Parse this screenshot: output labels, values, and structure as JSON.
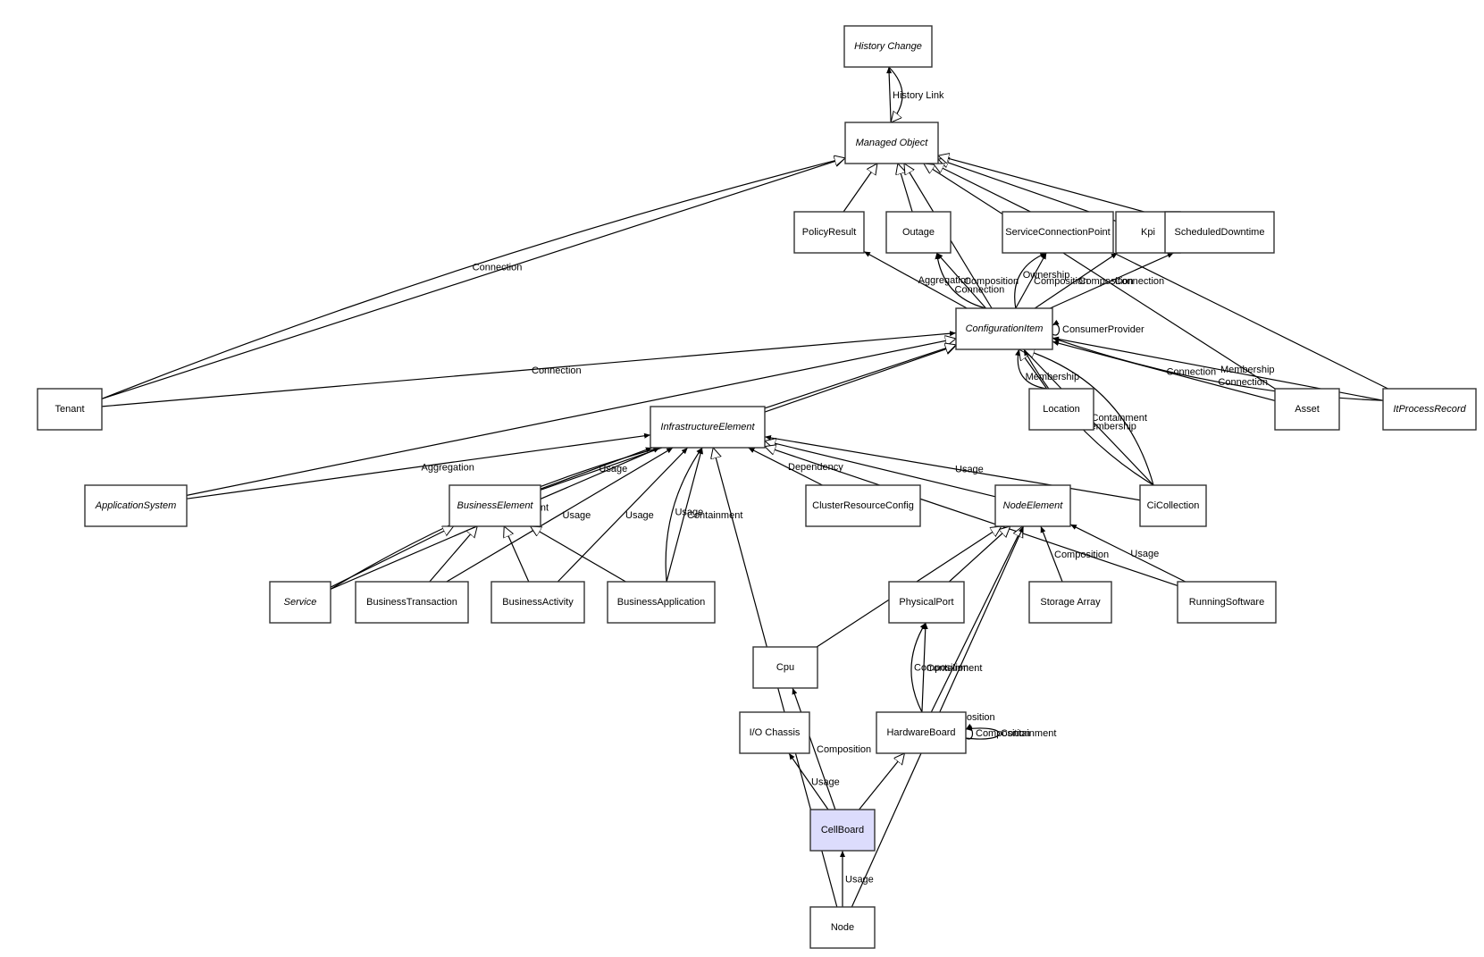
{
  "diagram": {
    "title": "CellBoard class relationships",
    "highlight_node": "CellBoard",
    "highlight_color": "#dcdcfc",
    "nodes": [
      {
        "id": "HistoryChange",
        "label": "History Change",
        "abstract": true
      },
      {
        "id": "ManagedObject",
        "label": "Managed Object",
        "abstract": true
      },
      {
        "id": "PolicyResult",
        "label": "PolicyResult",
        "abstract": false
      },
      {
        "id": "Outage",
        "label": "Outage",
        "abstract": false
      },
      {
        "id": "ServiceConnectionPoint",
        "label": "ServiceConnectionPoint",
        "abstract": false
      },
      {
        "id": "Kpi",
        "label": "Kpi",
        "abstract": false
      },
      {
        "id": "ScheduledDowntime",
        "label": "ScheduledDowntime",
        "abstract": false
      },
      {
        "id": "ConfigurationItem",
        "label": "ConfigurationItem",
        "abstract": true
      },
      {
        "id": "Tenant",
        "label": "Tenant",
        "abstract": false
      },
      {
        "id": "InfrastructureElement",
        "label": "InfrastructureElement",
        "abstract": true
      },
      {
        "id": "Location",
        "label": "Location",
        "abstract": false
      },
      {
        "id": "Asset",
        "label": "Asset",
        "abstract": false
      },
      {
        "id": "ItProcessRecord",
        "label": "ItProcessRecord",
        "abstract": true
      },
      {
        "id": "ApplicationSystem",
        "label": "ApplicationSystem",
        "abstract": true
      },
      {
        "id": "BusinessElement",
        "label": "BusinessElement",
        "abstract": true
      },
      {
        "id": "ClusterResourceConfig",
        "label": "ClusterResourceConfig",
        "abstract": false
      },
      {
        "id": "NodeElement",
        "label": "NodeElement",
        "abstract": true
      },
      {
        "id": "CiCollection",
        "label": "CiCollection",
        "abstract": false
      },
      {
        "id": "Service",
        "label": "Service",
        "abstract": true
      },
      {
        "id": "BusinessTransaction",
        "label": "BusinessTransaction",
        "abstract": false
      },
      {
        "id": "BusinessActivity",
        "label": "BusinessActivity",
        "abstract": false
      },
      {
        "id": "BusinessApplication",
        "label": "BusinessApplication",
        "abstract": false
      },
      {
        "id": "PhysicalPort",
        "label": "PhysicalPort",
        "abstract": false
      },
      {
        "id": "StorageArray",
        "label": "Storage Array",
        "abstract": false
      },
      {
        "id": "RunningSoftware",
        "label": "RunningSoftware",
        "abstract": false
      },
      {
        "id": "Cpu",
        "label": "Cpu",
        "abstract": false
      },
      {
        "id": "IOChassis",
        "label": "I/O Chassis",
        "abstract": false
      },
      {
        "id": "HardwareBoard",
        "label": "HardwareBoard",
        "abstract": false
      },
      {
        "id": "CellBoard",
        "label": "CellBoard",
        "abstract": false
      },
      {
        "id": "Node",
        "label": "Node",
        "abstract": false
      }
    ],
    "edges": [
      {
        "from": "ManagedObject",
        "to": "HistoryChange",
        "type": "association",
        "label": "History Link"
      },
      {
        "from": "HistoryChange",
        "to": "ManagedObject",
        "type": "inheritance",
        "label": ""
      },
      {
        "from": "PolicyResult",
        "to": "ManagedObject",
        "type": "inheritance",
        "label": ""
      },
      {
        "from": "Outage",
        "to": "ManagedObject",
        "type": "inheritance",
        "label": ""
      },
      {
        "from": "Kpi",
        "to": "ManagedObject",
        "type": "inheritance",
        "label": ""
      },
      {
        "from": "ScheduledDowntime",
        "to": "ManagedObject",
        "type": "inheritance",
        "label": ""
      },
      {
        "from": "ConfigurationItem",
        "to": "ManagedObject",
        "type": "inheritance",
        "label": ""
      },
      {
        "from": "Tenant",
        "to": "ManagedObject",
        "type": "inheritance",
        "label": ""
      },
      {
        "from": "Tenant",
        "to": "ManagedObject",
        "type": "inheritance",
        "label": "Connection"
      },
      {
        "from": "Asset",
        "to": "ManagedObject",
        "type": "inheritance",
        "label": ""
      },
      {
        "from": "ItProcessRecord",
        "to": "ManagedObject",
        "type": "inheritance",
        "label": ""
      },
      {
        "from": "ConfigurationItem",
        "to": "PolicyResult",
        "type": "association",
        "label": "Aggregation"
      },
      {
        "from": "ConfigurationItem",
        "to": "Outage",
        "type": "association",
        "label": "Composition"
      },
      {
        "from": "ConfigurationItem",
        "to": "Outage",
        "type": "association",
        "label": "Connection"
      },
      {
        "from": "ConfigurationItem",
        "to": "ServiceConnectionPoint",
        "type": "association",
        "label": "Composition"
      },
      {
        "from": "ConfigurationItem",
        "to": "ServiceConnectionPoint",
        "type": "association",
        "label": "Ownership"
      },
      {
        "from": "ConfigurationItem",
        "to": "Kpi",
        "type": "association",
        "label": "Composition"
      },
      {
        "from": "ConfigurationItem",
        "to": "ScheduledDowntime",
        "type": "association",
        "label": "Connection"
      },
      {
        "from": "ConfigurationItem",
        "to": "ConfigurationItem",
        "type": "association",
        "label": "ConsumerProvider"
      },
      {
        "from": "Tenant",
        "to": "ConfigurationItem",
        "type": "association",
        "label": "Connection"
      },
      {
        "from": "ApplicationSystem",
        "to": "ConfigurationItem",
        "type": "inheritance",
        "label": ""
      },
      {
        "from": "BusinessElement",
        "to": "ConfigurationItem",
        "type": "inheritance",
        "label": ""
      },
      {
        "from": "InfrastructureElement",
        "to": "ConfigurationItem",
        "type": "inheritance",
        "label": ""
      },
      {
        "from": "CiCollection",
        "to": "ConfigurationItem",
        "type": "association",
        "label": "Containment"
      },
      {
        "from": "Location",
        "to": "ConfigurationItem",
        "type": "inheritance",
        "label": ""
      },
      {
        "from": "Location",
        "to": "ConfigurationItem",
        "type": "association",
        "label": "Membership"
      },
      {
        "from": "CiCollection",
        "to": "ConfigurationItem",
        "type": "association",
        "label": "Membership"
      },
      {
        "from": "CiCollection",
        "to": "ConfigurationItem",
        "type": "inheritance",
        "label": ""
      },
      {
        "from": "Asset",
        "to": "ConfigurationItem",
        "type": "association",
        "label": "Connection"
      },
      {
        "from": "ItProcessRecord",
        "to": "ConfigurationItem",
        "type": "association",
        "label": "Membership"
      },
      {
        "from": "ItProcessRecord",
        "to": "ConfigurationItem",
        "type": "association",
        "label": "Connection"
      },
      {
        "from": "ApplicationSystem",
        "to": "InfrastructureElement",
        "type": "association",
        "label": "Aggregation"
      },
      {
        "from": "Service",
        "to": "InfrastructureElement",
        "type": "association",
        "label": "Usage"
      },
      {
        "from": "Service",
        "to": "InfrastructureElement",
        "type": "association",
        "label": "Containment"
      },
      {
        "from": "BusinessTransaction",
        "to": "InfrastructureElement",
        "type": "association",
        "label": "Usage"
      },
      {
        "from": "BusinessElement",
        "to": "InfrastructureElement",
        "type": "association",
        "label": "Usage"
      },
      {
        "from": "BusinessActivity",
        "to": "InfrastructureElement",
        "type": "association",
        "label": "Usage"
      },
      {
        "from": "BusinessApplication",
        "to": "InfrastructureElement",
        "type": "association",
        "label": "Containment"
      },
      {
        "from": "BusinessApplication",
        "to": "InfrastructureElement",
        "type": "association",
        "label": "Usage"
      },
      {
        "from": "ClusterResourceConfig",
        "to": "InfrastructureElement",
        "type": "association",
        "label": "Dependency"
      },
      {
        "from": "NodeElement",
        "to": "InfrastructureElement",
        "type": "inheritance",
        "label": ""
      },
      {
        "from": "CiCollection",
        "to": "InfrastructureElement",
        "type": "association",
        "label": "Usage"
      },
      {
        "from": "RunningSoftware",
        "to": "InfrastructureElement",
        "type": "inheritance",
        "label": ""
      },
      {
        "from": "Node",
        "to": "InfrastructureElement",
        "type": "inheritance",
        "label": ""
      },
      {
        "from": "Service",
        "to": "BusinessElement",
        "type": "inheritance",
        "label": ""
      },
      {
        "from": "BusinessTransaction",
        "to": "BusinessElement",
        "type": "inheritance",
        "label": ""
      },
      {
        "from": "BusinessActivity",
        "to": "BusinessElement",
        "type": "inheritance",
        "label": ""
      },
      {
        "from": "BusinessApplication",
        "to": "BusinessElement",
        "type": "inheritance",
        "label": ""
      },
      {
        "from": "Cpu",
        "to": "NodeElement",
        "type": "inheritance",
        "label": ""
      },
      {
        "from": "PhysicalPort",
        "to": "NodeElement",
        "type": "inheritance",
        "label": ""
      },
      {
        "from": "HardwareBoard",
        "to": "NodeElement",
        "type": "inheritance",
        "label": ""
      },
      {
        "from": "StorageArray",
        "to": "NodeElement",
        "type": "association",
        "label": "Composition"
      },
      {
        "from": "RunningSoftware",
        "to": "NodeElement",
        "type": "association",
        "label": "Usage"
      },
      {
        "from": "Node",
        "to": "NodeElement",
        "type": "association",
        "label": "Composition"
      },
      {
        "from": "HardwareBoard",
        "to": "PhysicalPort",
        "type": "association",
        "label": "Containment"
      },
      {
        "from": "HardwareBoard",
        "to": "PhysicalPort",
        "type": "association",
        "label": "Composition"
      },
      {
        "from": "HardwareBoard",
        "to": "HardwareBoard",
        "type": "association",
        "label": "Composition"
      },
      {
        "from": "HardwareBoard",
        "to": "HardwareBoard",
        "type": "association",
        "label": "Containment"
      },
      {
        "from": "CellBoard",
        "to": "IOChassis",
        "type": "association",
        "label": "Usage"
      },
      {
        "from": "CellBoard",
        "to": "Cpu",
        "type": "association",
        "label": "Composition"
      },
      {
        "from": "CellBoard",
        "to": "HardwareBoard",
        "type": "inheritance",
        "label": ""
      },
      {
        "from": "Node",
        "to": "CellBoard",
        "type": "association",
        "label": "Usage"
      }
    ]
  }
}
